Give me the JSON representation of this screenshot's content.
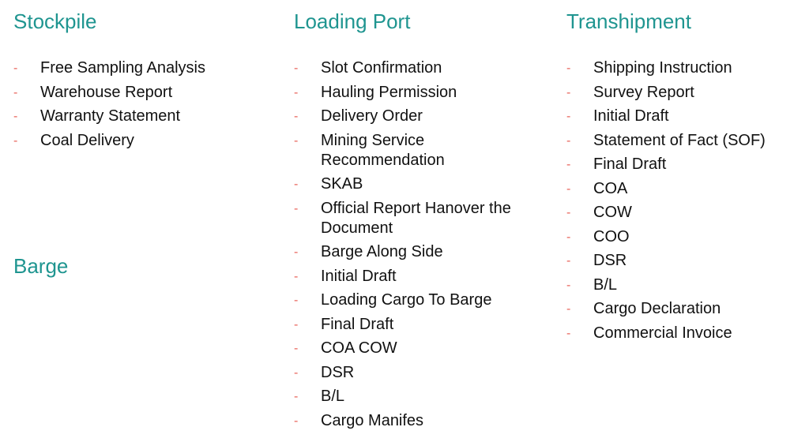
{
  "stockpile": {
    "title": "Stockpile",
    "items": [
      "Free Sampling Analysis",
      "Warehouse Report",
      "Warranty Statement",
      "Coal Delivery"
    ]
  },
  "barge": {
    "title": "Barge"
  },
  "loading_port": {
    "title": "Loading Port",
    "items": [
      "Slot Confirmation",
      "Hauling Permission",
      "Delivery Order",
      "Mining Service Recommendation",
      "SKAB",
      "Official Report Hanover the Document",
      "Barge Along Side",
      "Initial Draft",
      "Loading Cargo To Barge",
      "Final Draft",
      "COA COW",
      "DSR",
      "B/L",
      "Cargo Manifes"
    ]
  },
  "transhipment": {
    "title": "Transhipment",
    "items": [
      "Shipping Instruction",
      "Survey Report",
      "Initial Draft",
      "Statement of Fact (SOF)",
      "Final Draft",
      "COA",
      "COW",
      "COO",
      "DSR",
      "B/L",
      "Cargo Declaration",
      "Commercial Invoice"
    ]
  },
  "bullet_char": "-",
  "colors": {
    "heading": "#1f9590",
    "bullet": "#e8635a",
    "text": "#111111"
  }
}
